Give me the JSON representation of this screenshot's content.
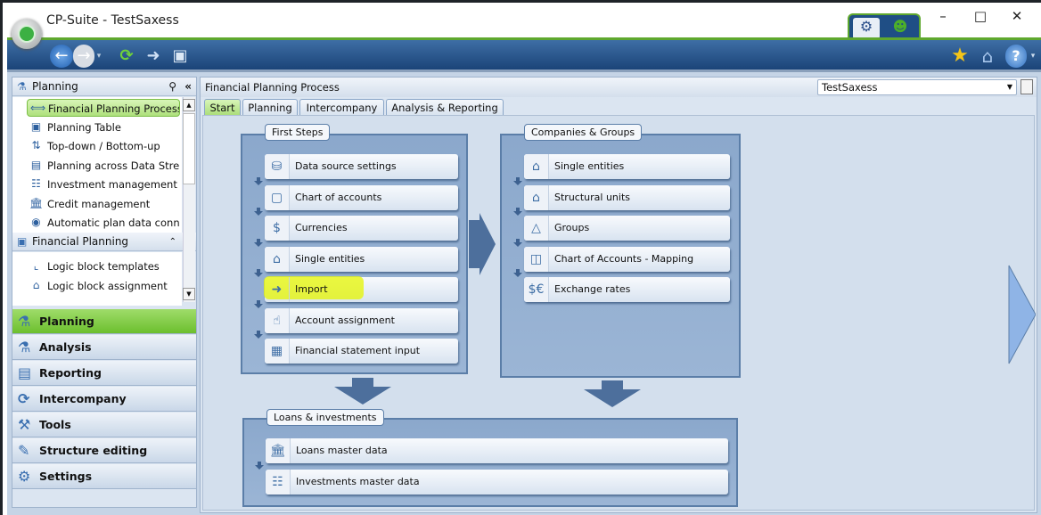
{
  "window": {
    "title": "CP-Suite - TestSaxess",
    "controls": [
      "minimize",
      "maximize",
      "close"
    ]
  },
  "toolbar": {
    "icons": [
      "back-icon",
      "forward-icon",
      "refresh-icon",
      "next-icon",
      "layout-icon",
      "star-icon",
      "home-icon",
      "help-icon"
    ]
  },
  "left_panel": {
    "header": "Planning",
    "items": [
      {
        "label": "Financial Planning Process",
        "selected": true
      },
      {
        "label": "Planning Table"
      },
      {
        "label": "Top-down / Bottom-up"
      },
      {
        "label": "Planning across Data Stre..."
      },
      {
        "label": "Investment management"
      },
      {
        "label": "Credit management"
      },
      {
        "label": "Automatic plan data conn..."
      }
    ],
    "section2": "Financial Planning",
    "items2": [
      {
        "label": "Logic block templates"
      },
      {
        "label": "Logic block assignment"
      }
    ],
    "nav": [
      {
        "label": "Planning",
        "selected": true
      },
      {
        "label": "Analysis"
      },
      {
        "label": "Reporting"
      },
      {
        "label": "Intercompany"
      },
      {
        "label": "Tools"
      },
      {
        "label": "Structure editing"
      },
      {
        "label": "Settings"
      }
    ]
  },
  "main": {
    "title": "Financial Planning Process",
    "database": "TestSaxess",
    "tabs": [
      {
        "label": "Start",
        "selected": true
      },
      {
        "label": "Planning"
      },
      {
        "label": "Intercompany"
      },
      {
        "label": "Analysis & Reporting"
      }
    ],
    "groups": {
      "first_steps": {
        "label": "First Steps",
        "buttons": [
          "Data source settings",
          "Chart of accounts",
          "Currencies",
          "Single entities",
          "Import",
          "Account assignment",
          "Financial statement input"
        ]
      },
      "companies": {
        "label": "Companies & Groups",
        "buttons": [
          "Single entities",
          "Structural units",
          "Groups",
          "Chart of Accounts - Mapping",
          "Exchange rates"
        ]
      },
      "loans": {
        "label": "Loans & investments",
        "buttons": [
          "Loans master data",
          "Investments master data"
        ]
      }
    },
    "highlight_color": "#e6f500"
  }
}
